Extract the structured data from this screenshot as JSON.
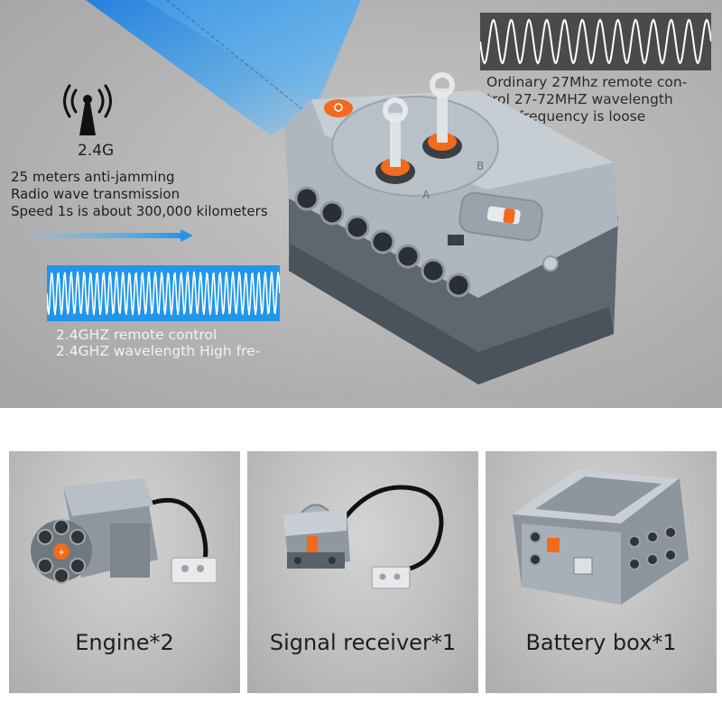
{
  "hero": {
    "band": "2.4G",
    "features": [
      "25 meters anti-jamming",
      "Radio wave transmission",
      "Speed 1s is about 300,000 kilometers"
    ],
    "high_freq_notes": [
      "2.4GHZ remote control",
      "2.4GHZ wavelength High fre-"
    ],
    "low_freq_notes": [
      "Ordinary 27Mhz remote con-",
      "trol 27-72MHZ wavelength",
      "Low frequency is loose"
    ],
    "controller_labels": {
      "port_a": "A",
      "port_b": "B"
    },
    "colors": {
      "wave_blue": "#2196e8",
      "wave_dark": "#4a4a4a",
      "accent_orange": "#f26a1b"
    }
  },
  "panels": [
    {
      "caption": "Engine*2"
    },
    {
      "caption": "Signal receiver*1"
    },
    {
      "caption": "Battery box*1"
    }
  ]
}
